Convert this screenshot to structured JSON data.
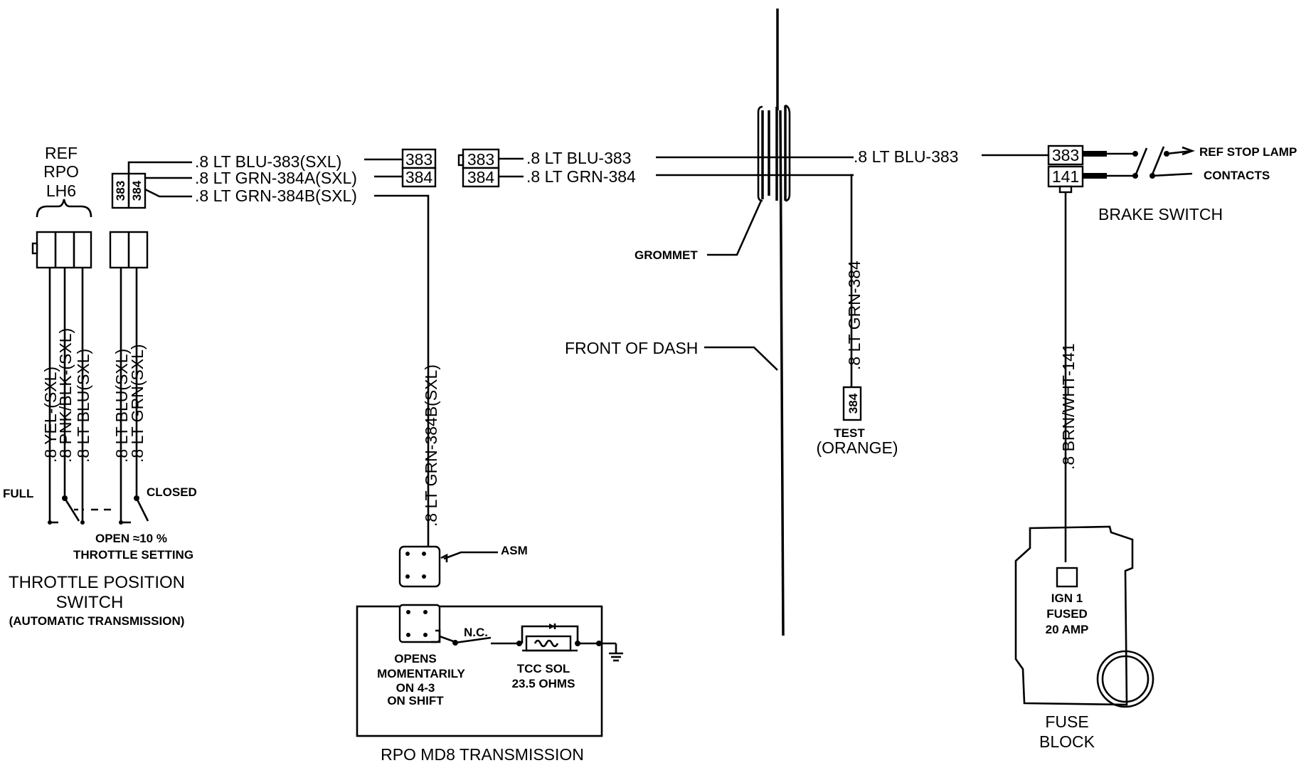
{
  "tps": {
    "ref_line1": "REF",
    "ref_line2": "RPO",
    "ref_line3": "LH6",
    "conn_383": "383",
    "conn_384": "384",
    "wire_yel": ".8 YEL-(SXL)",
    "wire_pnk": ".8 PNK/BLK-(SXL)",
    "wire_ltblu": ".8 LT BLU(SXL)",
    "wire_ltblu2": ".8 LT BLU(SXL)",
    "wire_ltgrn2": ".8 LT GRN(SXL)",
    "label_full": "FULL",
    "label_closed": "CLOSED",
    "label_open_line1": "OPEN ≈10 %",
    "label_open_line2": "THROTTLE SETTING",
    "title_line1": "THROTTLE POSITION",
    "title_line2": "SWITCH",
    "title_line3": "(AUTOMATIC TRANSMISSION)"
  },
  "wires": {
    "w383_sxl": ".8 LT BLU-383(SXL)",
    "w384a_sxl": ".8 LT GRN-384A(SXL)",
    "w384b_sxl": ".8 LT GRN-384B(SXL)",
    "w383": ".8 LT BLU-383",
    "w384": ".8 LT GRN-384",
    "w383_right": ".8 LT BLU-383",
    "w384b_vert": ".8 LT GRN-384B(SXL)",
    "w384_test": ".8 LT GRN-384",
    "w141": ".8 BRN/WHT-141"
  },
  "connectors": {
    "c1_383": "383",
    "c1_384": "384",
    "c2_383": "383",
    "c2_384": "384",
    "brake_383": "383",
    "brake_141": "141",
    "test_384": "384"
  },
  "labels": {
    "grommet": "GROMMET",
    "front_of_dash": "FRONT OF DASH",
    "test_line1": "TEST",
    "test_line2": "(ORANGE)",
    "asm": "ASM",
    "ref_stop_lamp": "REF STOP LAMP",
    "contacts": "CONTACTS",
    "brake_switch": "BRAKE SWITCH",
    "nc": "N.C.",
    "opens_line1": "OPENS",
    "opens_line2": "MOMENTARILY",
    "opens_line3": "ON 4-3",
    "opens_line4": "ON SHIFT",
    "tcc_line1": "TCC SOL",
    "tcc_line2": "23.5 OHMS",
    "transmission": "RPO MD8 TRANSMISSION",
    "fuse_ign": "IGN 1",
    "fuse_fused": "FUSED",
    "fuse_amp": "20 AMP",
    "fuse_block_line1": "FUSE",
    "fuse_block_line2": "BLOCK"
  }
}
